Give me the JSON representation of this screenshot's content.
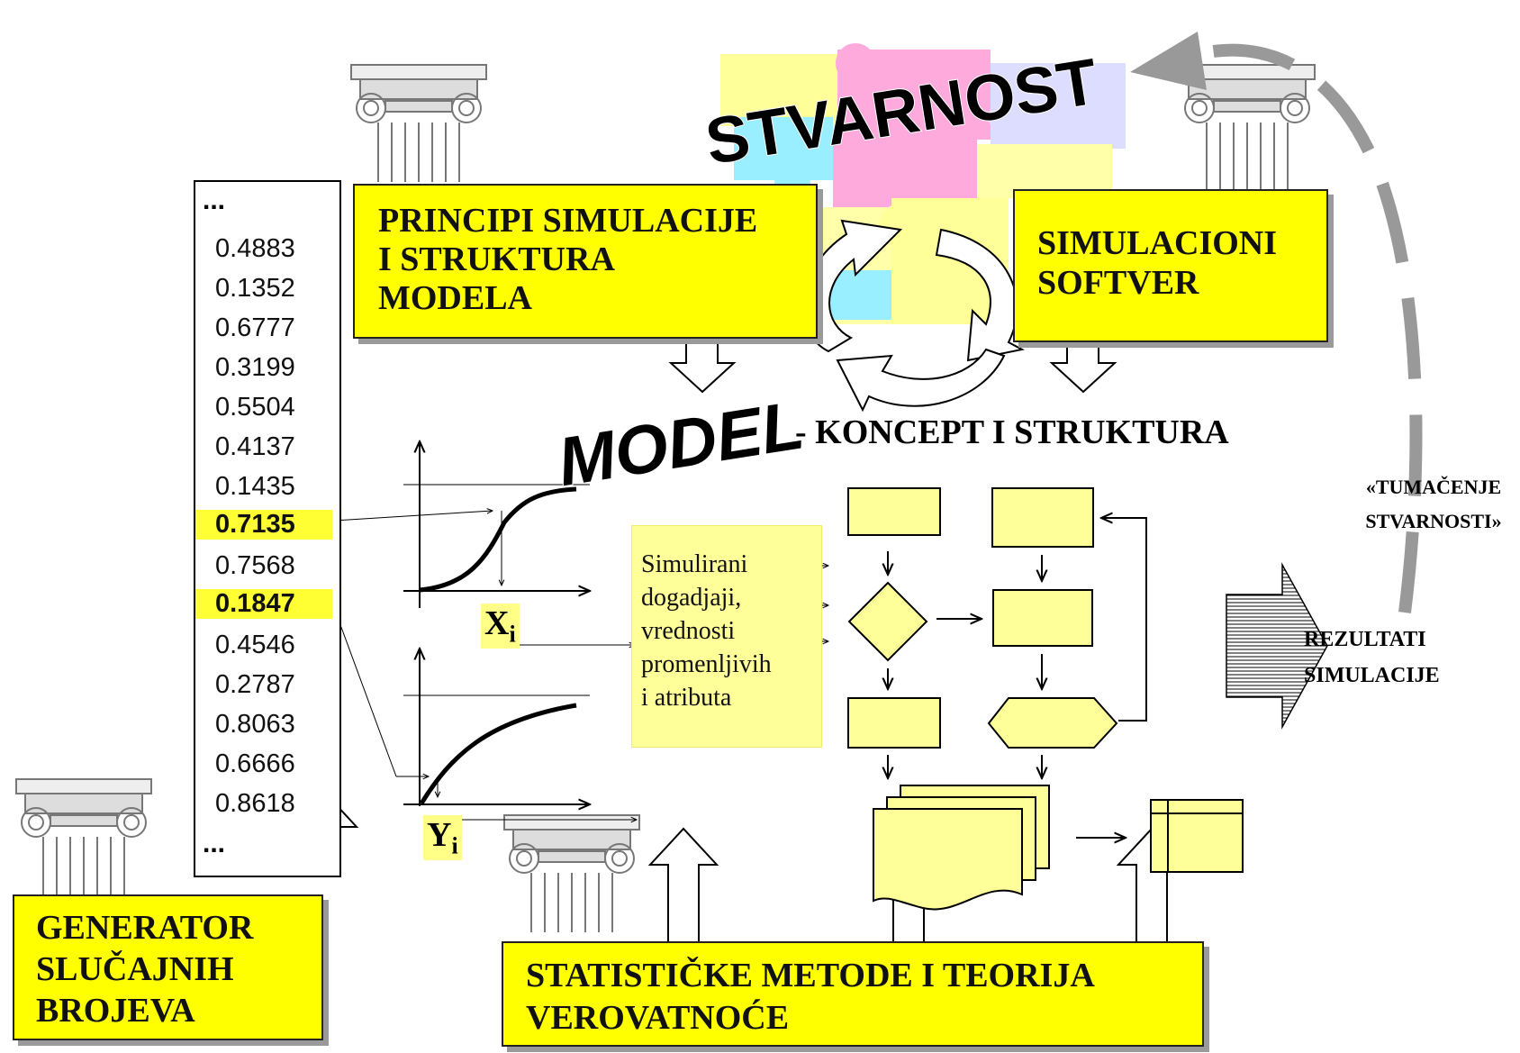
{
  "reality": {
    "title": "STVARNOST"
  },
  "principles_box": {
    "lines": [
      "PRINCIPI SIMULACIJE",
      "I STRUKTURA",
      "MODELA"
    ]
  },
  "software_box": {
    "lines": [
      "SIMULACIONI",
      "SOFTVER"
    ]
  },
  "model": {
    "word": "MODEL",
    "subtitle": "- KONCEPT I STRUKTURA"
  },
  "random_numbers": {
    "leading_ellipsis": "...",
    "values": [
      "0.4883",
      "0.1352",
      "0.6777",
      "0.3199",
      "0.5504",
      "0.4137",
      "0.1435",
      "0.7135",
      "0.7568",
      "0.1847",
      "0.4546",
      "0.2787",
      "0.8063",
      "0.6666",
      "0.8618"
    ],
    "highlighted": [
      "0.7135",
      "0.1847"
    ],
    "trailing_ellipsis": "..."
  },
  "generator_box": {
    "lines": [
      "GENERATOR",
      "SLUČAJNIH",
      "BROJEVA"
    ]
  },
  "statistics_box": {
    "lines": [
      "STATISTIČKE METODE I TEORIJA",
      "VEROVATNOĆE"
    ]
  },
  "curves": {
    "x_label": "X",
    "x_sub": "i",
    "y_label": "Y",
    "y_sub": "i"
  },
  "events_box": {
    "lines": [
      "Simulirani",
      "dogadjaji,",
      "vrednosti",
      "promenljivih",
      "i atributa"
    ]
  },
  "interpretation": {
    "lines": [
      "«TUMAČENJE",
      "STVARNOSTI»"
    ]
  },
  "results": {
    "lines": [
      "REZULTATI",
      "SIMULACIJE"
    ]
  },
  "colors": {
    "highlight": "#ffff00",
    "flow_fill": "#ffff99",
    "dashed_arrow": "#999999"
  }
}
